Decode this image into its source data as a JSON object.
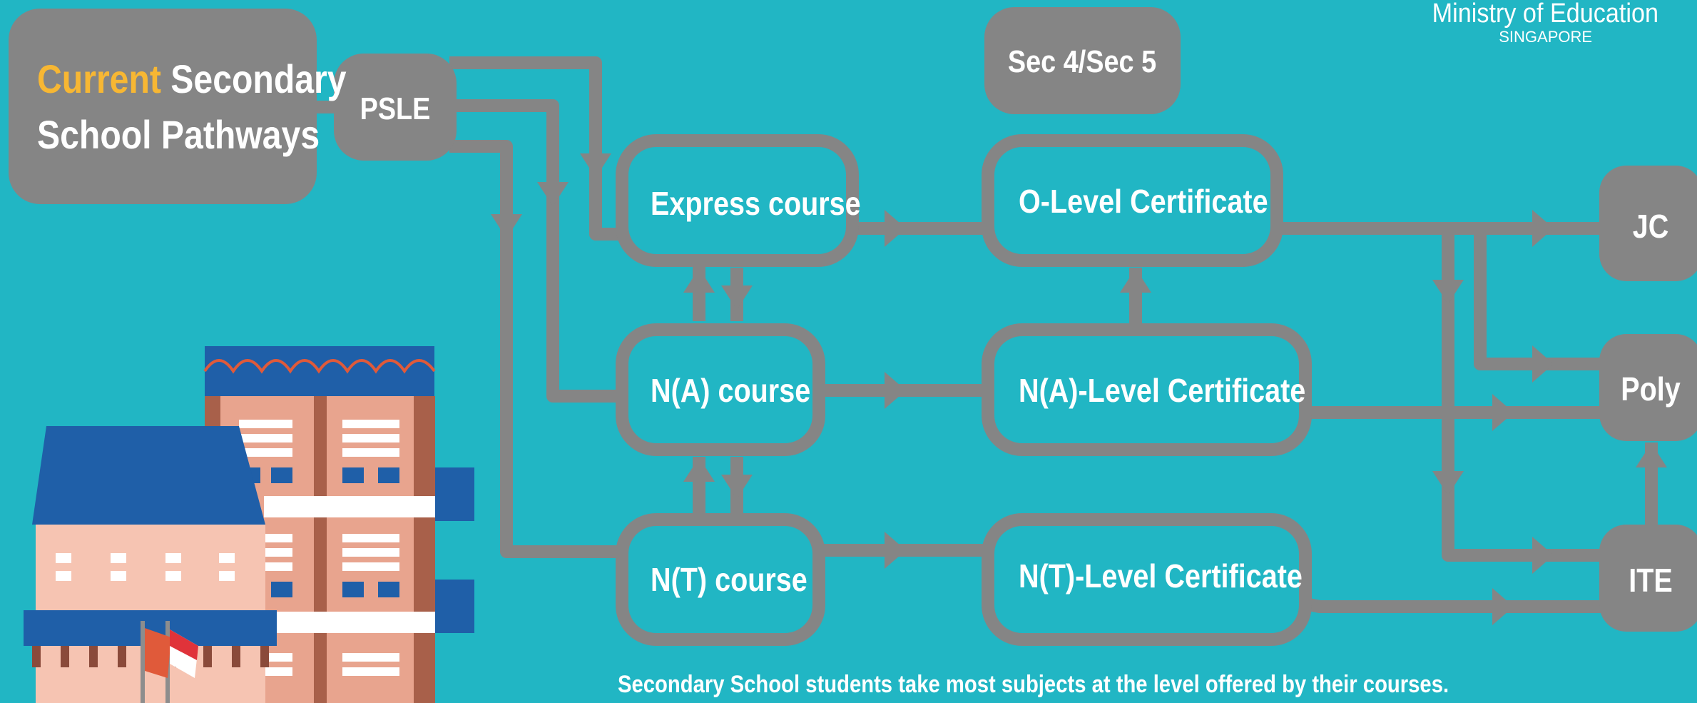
{
  "title": {
    "highlight": "Current",
    "rest_line1": " Secondary",
    "line2": "School Pathways"
  },
  "ministry": {
    "name": "Ministry of Education",
    "sub": "SINGAPORE"
  },
  "nodes": {
    "psle": "PSLE",
    "sec_header": "Sec 4/Sec 5",
    "express": "Express course",
    "na_course": "N(A) course",
    "nt_course": "N(T) course",
    "o_level": "O-Level Certificate",
    "na_level": "N(A)-Level Certificate",
    "nt_level": "N(T)-Level Certificate",
    "jc": "JC",
    "poly": "Poly",
    "ite": "ITE"
  },
  "footnote": "Secondary School students take most subjects at the level offered by their courses.",
  "colors": {
    "background": "#21b6c4",
    "connector": "#858585",
    "text": "#ffffff",
    "highlight": "#f7b733"
  },
  "illustration": "school-building-with-singapore-flag"
}
